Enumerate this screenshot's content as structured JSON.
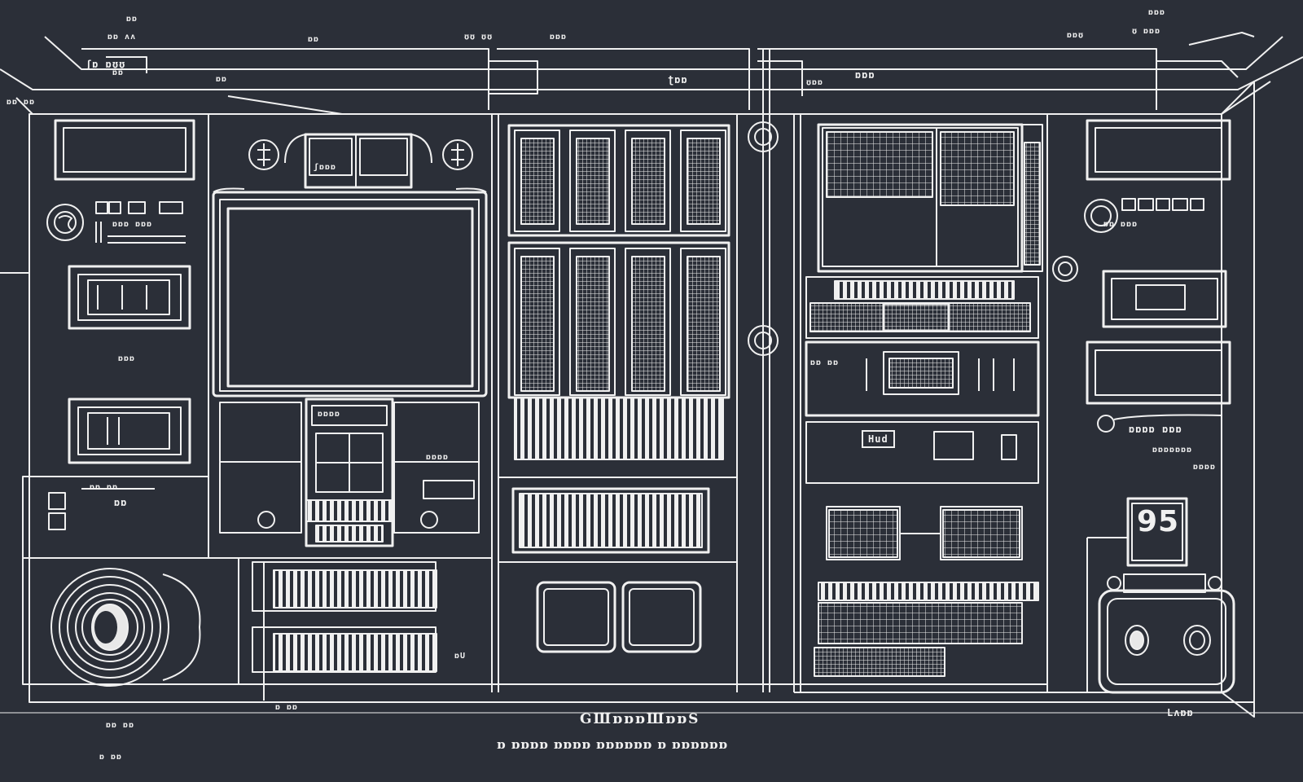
{
  "palette": {
    "background": "#2b2f38",
    "line": "#f0f0f0"
  },
  "labels": {
    "top_a": "ɒɒ",
    "top_b": "ɒɒ ʌʌ",
    "top_c": "ɒɒ",
    "top_d": "ʊʊ ʊʊ",
    "top_e": "ɒɒɒ",
    "top_f": "ɒɒɒ",
    "top_g": "ɒɒʊ",
    "top_h": "ʊ ɒɒɒ",
    "left_title": "ʃɒ ɒʊʊ",
    "left_sub": "ɒɒ",
    "left_tag": "ɒɒ",
    "left_panel_label": "ɒɒ ɒɒ",
    "left_mid": "ɒɒɒ ɒɒɒ",
    "left_mid2": "ɒɒɒ",
    "left_lower_a": "ɒɒ",
    "left_lower_b": "ɒɒ ɒɒ",
    "mid_left_label": "ʃɒɒɒ",
    "mid_left_tag": "ɒɒɒɒ",
    "center_top_label": "ʈɒɒ",
    "right_top_label": "ɒɒɒ",
    "right_midlabel": "ʊɒɒ",
    "right_label_a": "ɒɒ ɒɒ",
    "right_label_b": "ɒɒ ɒɒɒ",
    "right_label_c": "ɒɒɒɒ ɒɒɒ",
    "right_label_d": "ɒɒɒɒɒɒɒ",
    "right_label_e": "ɒɒɒɒ",
    "right_big_number": "95",
    "right_foot": "Lʌɒɒ",
    "box_hud": "Hud",
    "box_mini": "ɒɒɒɒ",
    "bottom_left_a": "ɒ ɒɒ",
    "bottom_left_b": "ɒɒ ɒɒ",
    "bottom_left_c": "ɒ ɒɒ",
    "bottom_mid_tag": "ɒU",
    "footer_title": "GШɒɒɒШɒɒS",
    "footer_sub": "ɒ ɒɒɒɒ ɒɒɒɒ ɒɒɒɒɒɒ ɒ ɒɒɒɒɒɒ"
  }
}
